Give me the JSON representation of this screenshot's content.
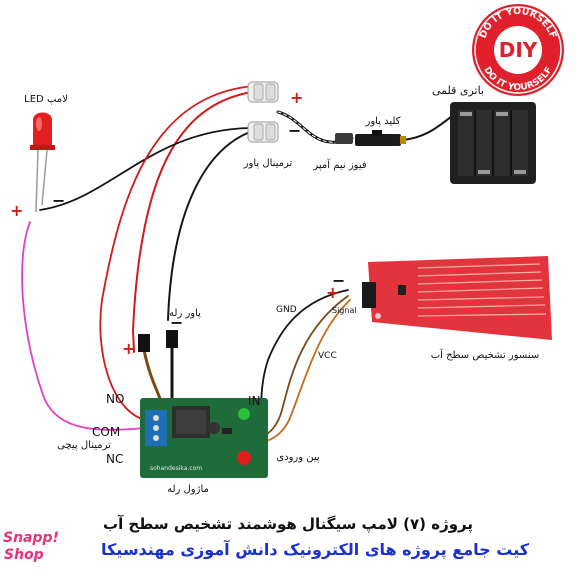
{
  "labels": {
    "led": "لامپ LED",
    "battery": "باتری قلمی",
    "power_switch": "کلید پاور",
    "fuse": "فیوز نیم آمپر",
    "power_terminal": "ترمینال پاور",
    "sensor": "سنسور تشخیص  سطح آب",
    "relay_power": "پاور رله",
    "relay_module": "ماژول رله",
    "input_pin": "پین ورودی",
    "screw_terminal": "ترمینال پیچی",
    "no": "NO",
    "com": "COM",
    "nc": "NC",
    "in": "IN",
    "gnd": "GND",
    "vcc": "VCC",
    "signal": "Signal",
    "plus": "+",
    "minus": "−",
    "board_text": "sohandesika.com"
  },
  "badge": {
    "top": "DO IT YOURSELF",
    "center": "DIY",
    "bottom": "DO IT YOURSELF"
  },
  "title": {
    "line1": "پروژه (۷) لامپ سیگنال هوشمند تشخیص سطح آب",
    "line2": "کیت جامع پروژه های الکترونیک دانش آموزی مهندسیکا"
  },
  "logo": {
    "line1": "Snapp!",
    "line2": "Shop"
  },
  "colors": {
    "wire_red": "#d11a1a",
    "wire_black": "#151515",
    "wire_brown": "#7a4a17",
    "wire_orange": "#c8691c",
    "wire_magenta": "#e040c8",
    "sensor_red": "#e3333d",
    "board_green": "#1f6b3a",
    "badge_red": "#e0202a",
    "title_blue": "#1a2fd8",
    "logo_pink": "#e8317a"
  }
}
